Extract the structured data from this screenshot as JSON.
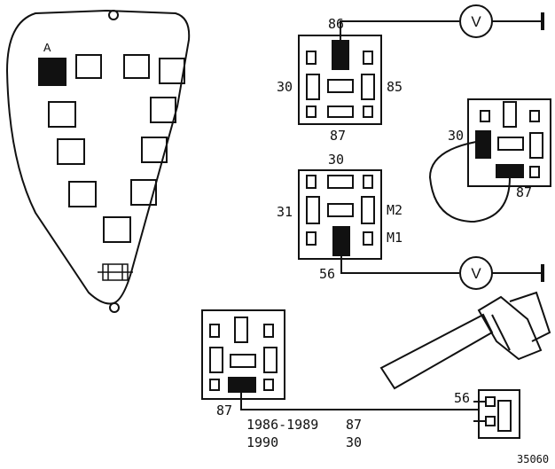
{
  "fusebox": {
    "relay_label": "A"
  },
  "relay_top": {
    "pin_top": "86",
    "pin_left": "30",
    "pin_right": "85",
    "pin_bottom": "87"
  },
  "relay_right": {
    "pin_left": "30",
    "pin_bottom": "87"
  },
  "relay_middle": {
    "pin_top": "30",
    "pin_left": "31",
    "pin_right_upper": "M2",
    "pin_right_lower": "M1",
    "pin_bottom": "56"
  },
  "relay_bottom": {
    "pin_bottom_left": "87"
  },
  "meter": {
    "symbol": "V"
  },
  "switch": {
    "pin_label": "56"
  },
  "year_table": {
    "row1_years": "1986-1989",
    "row1_pin": "87",
    "row2_years": "1990",
    "row2_pin": "30"
  },
  "figure_number": "35060"
}
